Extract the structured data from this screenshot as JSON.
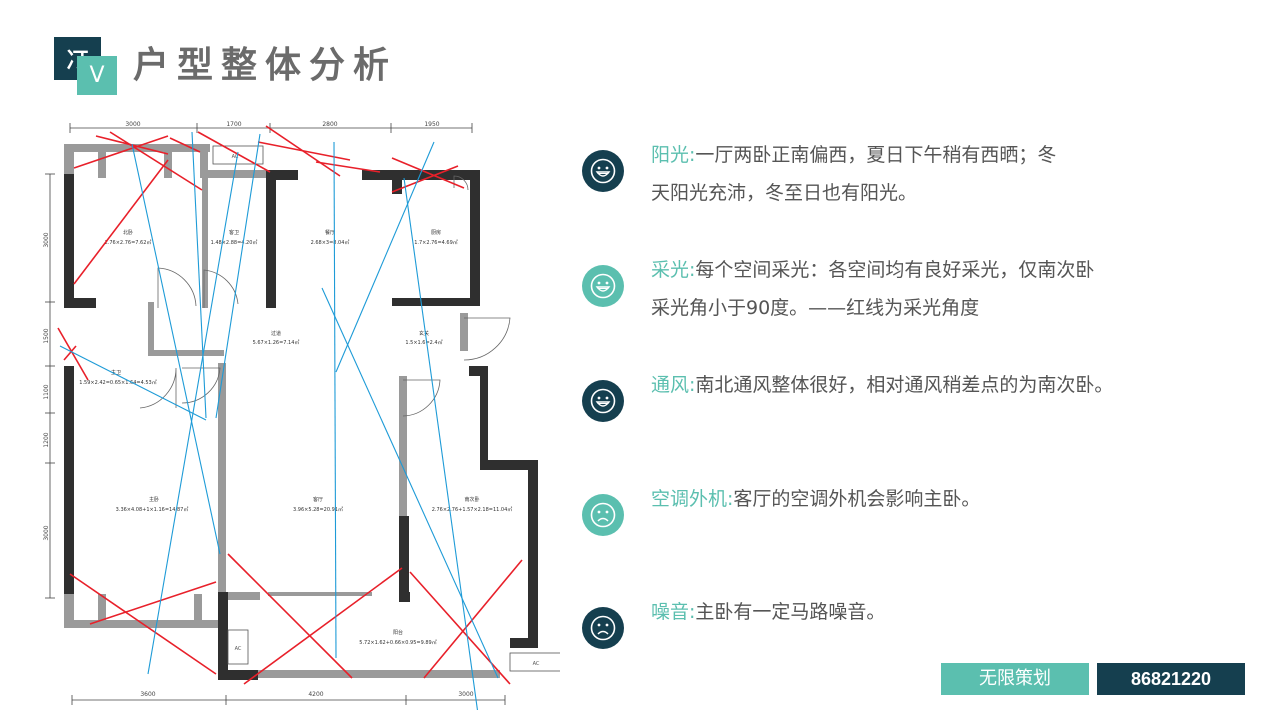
{
  "header": {
    "logo_glyph": "㓅",
    "logo_letter": "V",
    "title": "户型整体分析"
  },
  "floorplan": {
    "dims_top": [
      "3000",
      "1700",
      "2800",
      "1950"
    ],
    "dims_bottom": [
      "3600",
      "4200",
      "3000"
    ],
    "dims_left": [
      "3000",
      "1500",
      "1100",
      "1200",
      "3000"
    ],
    "rooms": [
      {
        "name": "北卧",
        "size": "2.76×2.76=7.62㎡"
      },
      {
        "name": "客卫",
        "size": "1.48×2.88=4.20㎡"
      },
      {
        "name": "餐厅",
        "size": "2.68×3=8.04㎡"
      },
      {
        "name": "厨房",
        "size": "1.7×2.76=4.69㎡"
      },
      {
        "name": "过道",
        "size": "5.67×1.26=7.14㎡"
      },
      {
        "name": "玄关",
        "size": "1.5×1.6=2.4㎡"
      },
      {
        "name": "主卫",
        "size": "1.59×2.42=0.65×1.64=4.53㎡"
      },
      {
        "name": "主卧",
        "size": "3.36×4.08+1×1.16=14.87㎡"
      },
      {
        "name": "客厅",
        "size": "3.96×5.28=20.91㎡"
      },
      {
        "name": "南次卧",
        "size": "2.76×2.76+1.57×2.18=11.04㎡"
      },
      {
        "name": "阳台",
        "size": "5.72×1.62+0.66×0.95=9.89㎡"
      }
    ],
    "ac_label": "AC"
  },
  "analysis": [
    {
      "label": "阳光",
      "sep": ":",
      "line1": "一厅两卧正南偏西，夏日下午稍有西晒；冬",
      "line2": "天阳光充沛，冬至日也有阳光。",
      "icon": "happy-face-icon",
      "color": "#153f4f"
    },
    {
      "label": "采光",
      "sep": ":",
      "line1": "每个空间采光：各空间均有良好采光，仅南次卧",
      "line2": "采光角小于90度。——红线为采光角度",
      "icon": "happy-face-icon",
      "color": "#5bbfaf"
    },
    {
      "label": "通风",
      "sep": ":",
      "line1": "南北通风整体很好，相对通风稍差点的为南次卧。",
      "line2": "",
      "icon": "happy-face-icon",
      "color": "#153f4f"
    },
    {
      "label": "空调外机",
      "sep": ":",
      "line1": "客厅的空调外机会影响主卧。",
      "line2": "",
      "icon": "sad-face-icon",
      "color": "#5bbfaf"
    },
    {
      "label": "噪音",
      "sep": ":",
      "line1": "主卧有一定马路噪音。",
      "line2": "",
      "icon": "sad-face-icon",
      "color": "#153f4f"
    }
  ],
  "footer": {
    "brand_label": "无限策划",
    "phone": "86821220"
  },
  "colors": {
    "teal": "#5bbfaf",
    "navy": "#153f4f",
    "title_gray": "#6b6b6b",
    "text_gray": "#555555",
    "sight_line_red": "#e8202a",
    "airflow_blue": "#1e9bd7"
  }
}
